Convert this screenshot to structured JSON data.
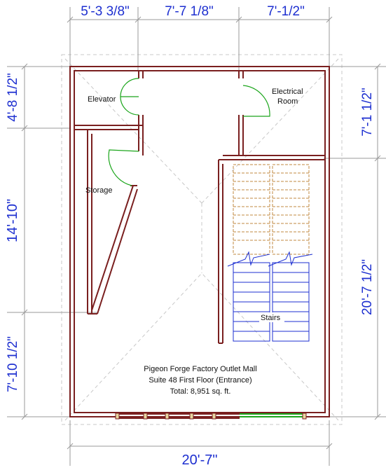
{
  "dimensions": {
    "top": [
      "5'-3 3/8\"",
      "7'-7 1/8\"",
      "7'-1/2\""
    ],
    "bottom": "20'-7\"",
    "left": [
      "4'-8 1/2\"",
      "14'-10\"",
      "7'-10 1/2\""
    ],
    "right": [
      "7'-1 1/2\"",
      "20'-7 1/2\""
    ]
  },
  "rooms": {
    "elevator": "Elevator",
    "electrical_line1": "Electrical",
    "electrical_line2": "Room",
    "storage": "Storage",
    "stairs": "Stairs"
  },
  "note": {
    "line1": "Pigeon Forge Factory Outlet Mall",
    "line2": "Suite 48 First Floor (Entrance)",
    "line3": "Total: 8,951 sq. ft."
  },
  "colors": {
    "dimension_text": "#1d2fd0",
    "wall": "#7a1f1f",
    "door": "#1aa51a"
  }
}
